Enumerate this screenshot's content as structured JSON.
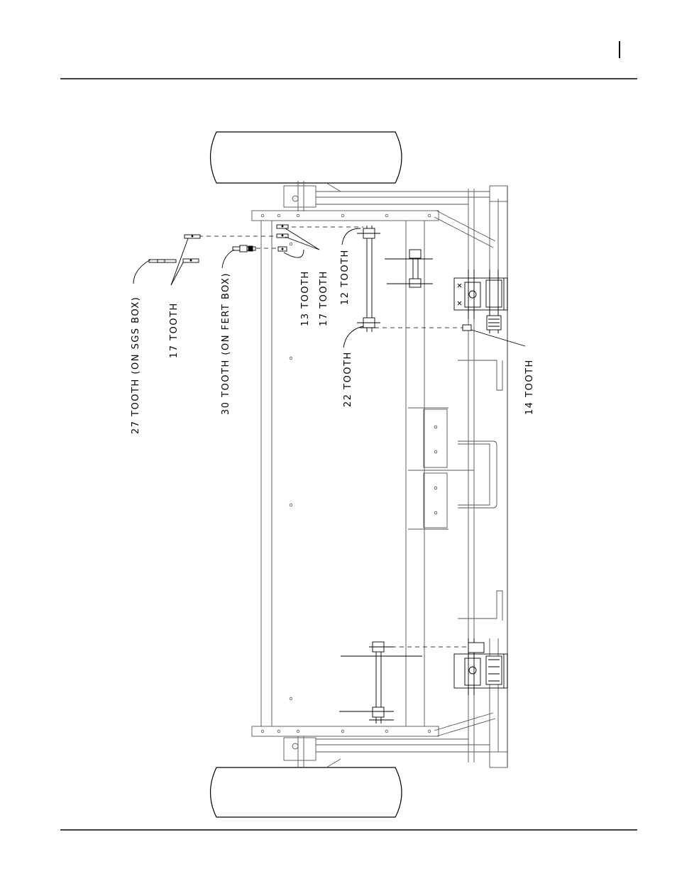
{
  "labels": {
    "sgs_27": "27 TOOTH (ON SGS BOX)",
    "sgs_17": "17 TOOTH",
    "fert_30": "30 TOOTH (ON FERT BOX)",
    "t13": "13 TOOTH",
    "t17": "17 TOOTH",
    "t12": "12 TOOTH",
    "t22": "22 TOOTH",
    "t14": "14 TOOTH"
  },
  "colors": {
    "ink": "#000000",
    "frame": "#555555",
    "paper": "#ffffff"
  }
}
